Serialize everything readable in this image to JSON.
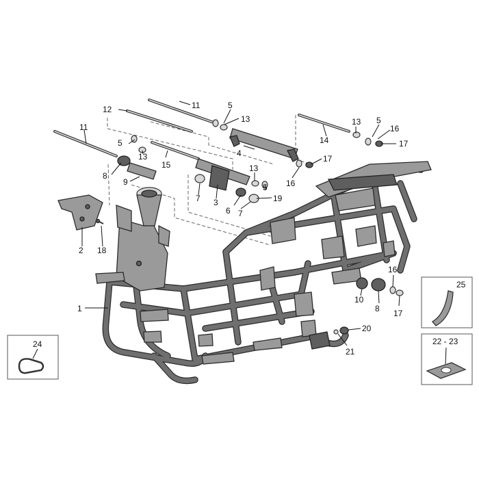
{
  "callouts": {
    "c1": "1",
    "c2": "2",
    "c3": "3",
    "c4": "4",
    "c5a": "5",
    "c5b": "5",
    "c5c": "5",
    "c5d": "5",
    "c6": "6",
    "c7a": "7",
    "c7b": "7",
    "c8a": "8",
    "c8b": "8",
    "c9": "9",
    "c10": "10",
    "c11a": "11",
    "c11b": "11",
    "c12": "12",
    "c13a": "13",
    "c13b": "13",
    "c13c": "13",
    "c13d": "13",
    "c14": "14",
    "c15": "15",
    "c16a": "16",
    "c16b": "16",
    "c16c": "16",
    "c17a": "17",
    "c17b": "17",
    "c17c": "17",
    "c18": "18",
    "c19": "19",
    "c20": "20",
    "c21": "21",
    "c22_23": "22 - 23",
    "c24": "24",
    "c25": "25"
  }
}
